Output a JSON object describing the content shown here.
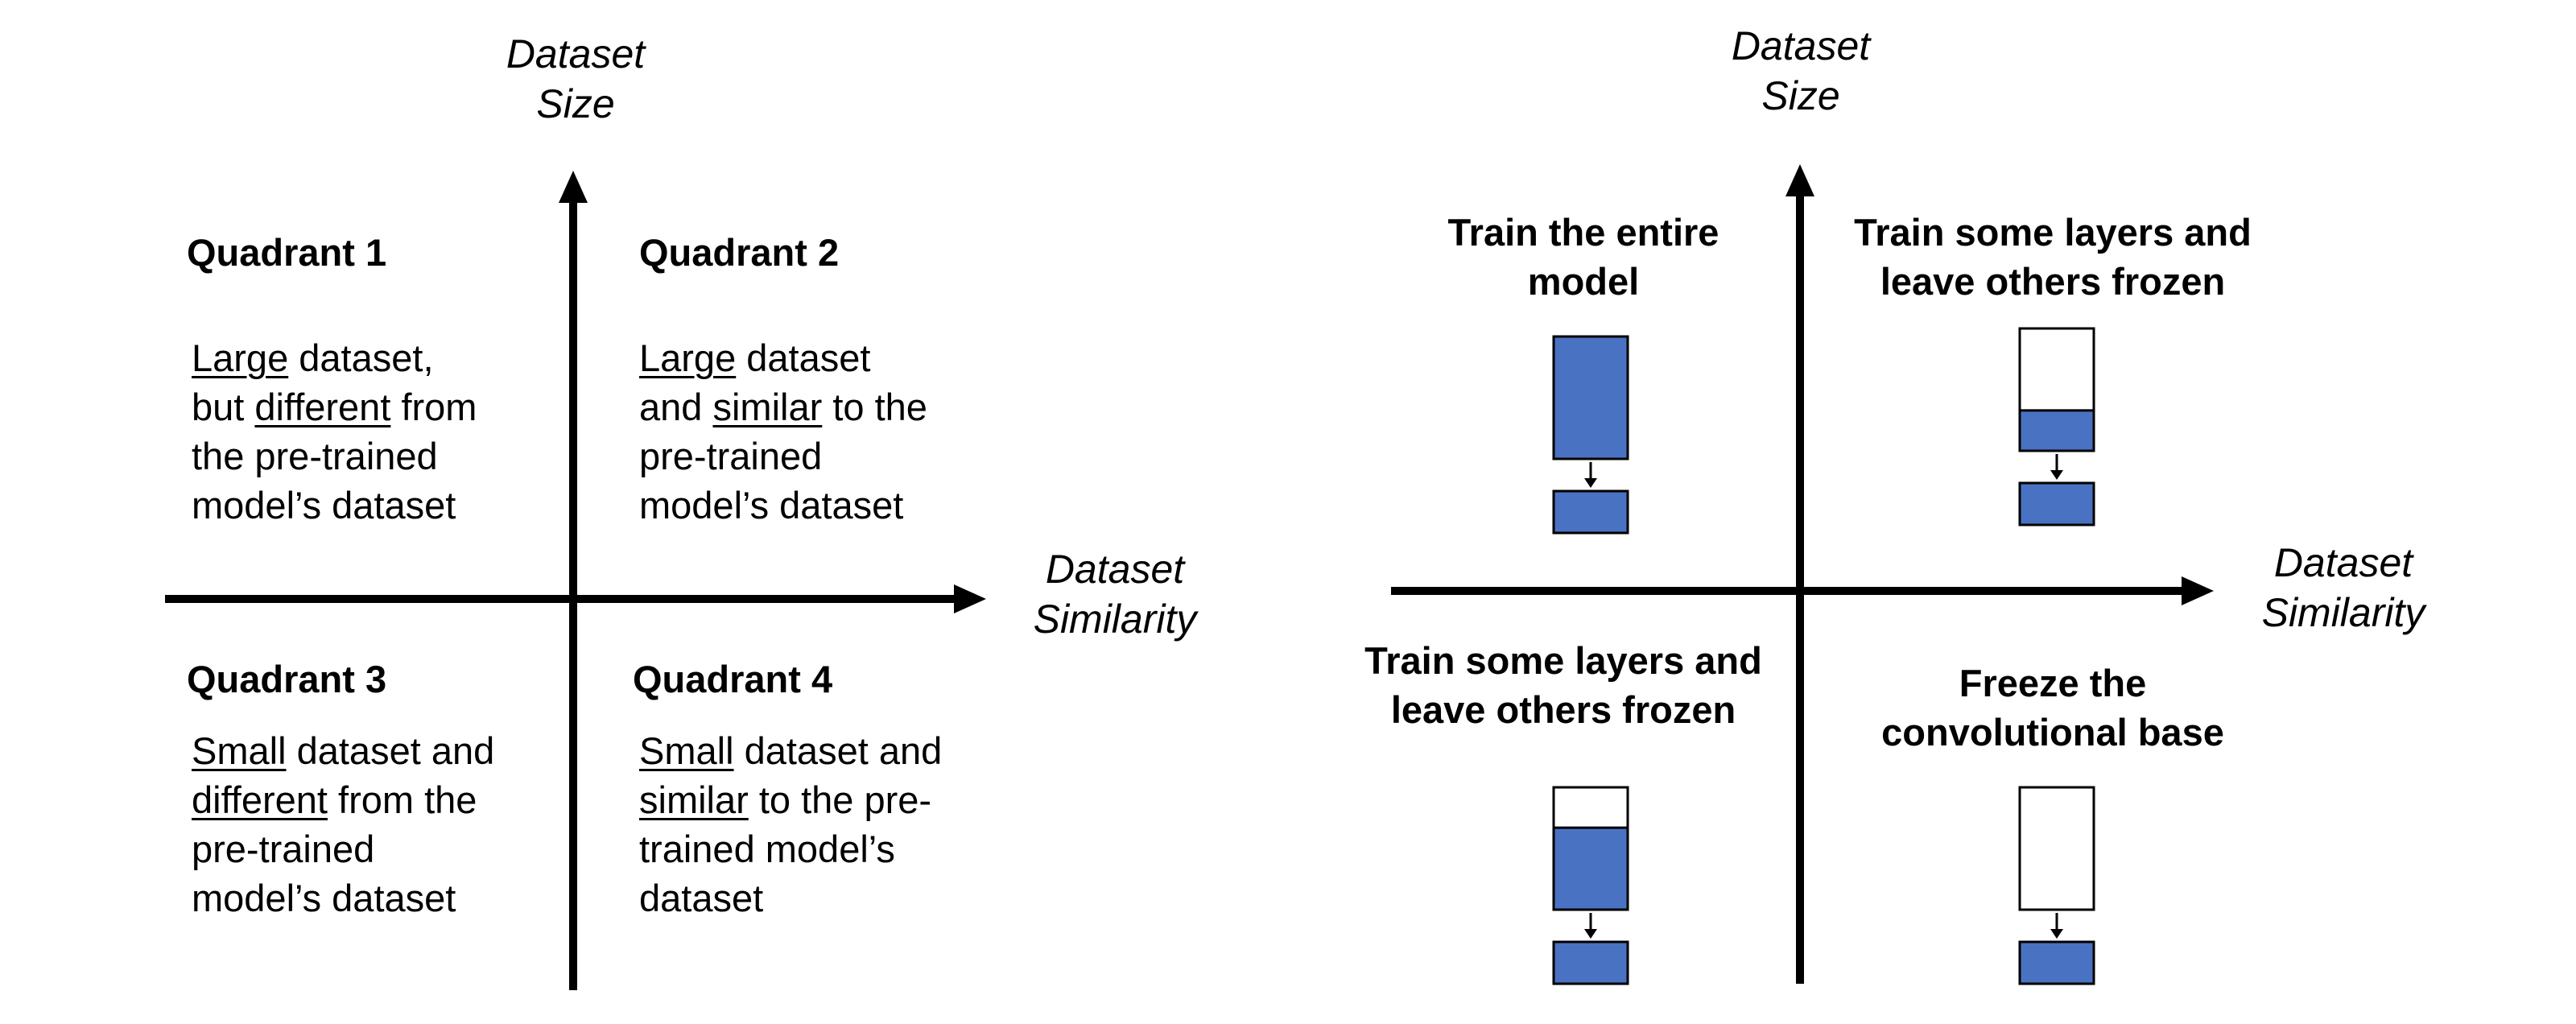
{
  "colors": {
    "trainable": "#4a72c2",
    "frozen": "#ffffff",
    "outline": "#000000",
    "axis": "#000000"
  },
  "left": {
    "axis_y_label": [
      "Dataset",
      "Size"
    ],
    "axis_x_label": [
      "Dataset",
      "Similarity"
    ],
    "quadrants": [
      {
        "title": "Quadrant 1",
        "lines": [
          [
            {
              "text": "Large",
              "u": true
            },
            {
              "text": " dataset,"
            }
          ],
          [
            {
              "text": "but "
            },
            {
              "text": "different",
              "u": true
            },
            {
              "text": " from"
            }
          ],
          [
            {
              "text": "the pre-trained"
            }
          ],
          [
            {
              "text": "model’s dataset"
            }
          ]
        ]
      },
      {
        "title": "Quadrant 2",
        "lines": [
          [
            {
              "text": "Large",
              "u": true
            },
            {
              "text": " dataset"
            }
          ],
          [
            {
              "text": "and "
            },
            {
              "text": "similar",
              "u": true
            },
            {
              "text": " to the"
            }
          ],
          [
            {
              "text": "pre-trained"
            }
          ],
          [
            {
              "text": "model’s dataset"
            }
          ]
        ]
      },
      {
        "title": "Quadrant 3",
        "lines": [
          [
            {
              "text": "Small",
              "u": true
            },
            {
              "text": " dataset and"
            }
          ],
          [
            {
              "text": "different",
              "u": true
            },
            {
              "text": " from the"
            }
          ],
          [
            {
              "text": "pre-trained"
            }
          ],
          [
            {
              "text": "model’s dataset"
            }
          ]
        ]
      },
      {
        "title": "Quadrant 4",
        "lines": [
          [
            {
              "text": "Small",
              "u": true
            },
            {
              "text": " dataset and"
            }
          ],
          [
            {
              "text": "similar",
              "u": true
            },
            {
              "text": " to the pre-"
            }
          ],
          [
            {
              "text": "trained model’s"
            }
          ],
          [
            {
              "text": "dataset"
            }
          ]
        ]
      }
    ]
  },
  "right": {
    "axis_y_label": [
      "Dataset",
      "Size"
    ],
    "axis_x_label": [
      "Dataset",
      "Similarity"
    ],
    "strategies": [
      {
        "label": [
          "Train the entire",
          "model"
        ],
        "trainable_fraction": 1.0
      },
      {
        "label": [
          "Train some layers and",
          "leave others frozen"
        ],
        "trainable_fraction": 0.33
      },
      {
        "label": [
          "Train some layers and",
          "leave others frozen"
        ],
        "trainable_fraction": 0.67
      },
      {
        "label": [
          "Freeze the",
          "convolutional base"
        ],
        "trainable_fraction": 0.0
      }
    ]
  }
}
